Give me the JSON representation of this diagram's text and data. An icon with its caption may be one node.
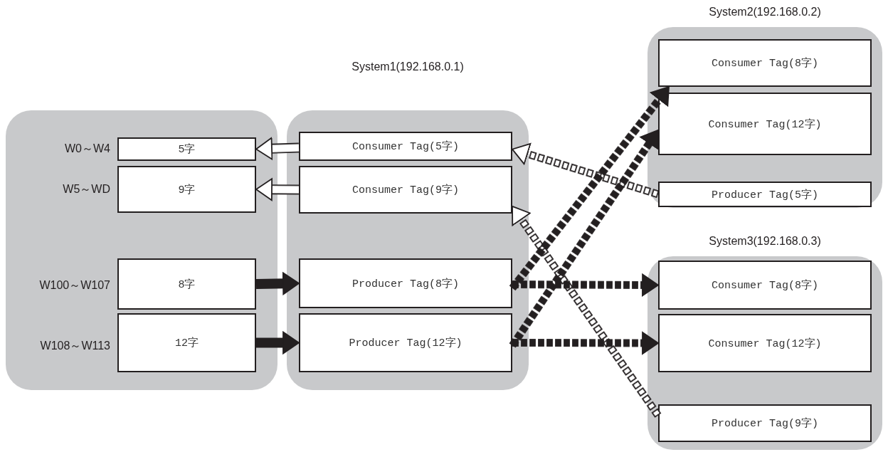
{
  "diagram": {
    "nodes": [
      {
        "text": [],
        "shape": "box"
      },
      {
        "text": [
          "5字"
        ],
        "in": 0,
        "beside": [
          "W0～W4"
        ]
      },
      {
        "text": [
          "9字"
        ],
        "in": 0,
        "beside": [
          "W5～WD"
        ]
      },
      {
        "text": [
          "8字"
        ],
        "in": 0,
        "beside": [
          "W100～W107"
        ]
      },
      {
        "text": [
          "12字"
        ],
        "in": 0,
        "beside": [
          "W108～W113"
        ]
      },
      {
        "text": [
          "System1(192.168.0.1)"
        ]
      },
      {
        "text": [
          "Consumer Tag(5字)"
        ],
        "in": 5
      },
      {
        "text": [
          "Consumer Tag(9字)"
        ],
        "in": 5
      },
      {
        "text": [
          "Producer Tag(8字)"
        ],
        "in": 5
      },
      {
        "text": [
          "Producer Tag(12字)"
        ],
        "in": 5
      },
      {
        "text": [
          "System2(192.168.0.2)"
        ]
      },
      {
        "text": [
          "Consumer Tag(8字)"
        ],
        "in": 10
      },
      {
        "text": [
          "Consumer Tag(12字)"
        ],
        "in": 10
      },
      {
        "text": [
          "Producer Tag(5字)"
        ],
        "in": 10
      },
      {
        "text": [
          "System3(192.168.0.3)"
        ]
      },
      {
        "text": [
          "Consumer Tag(8字)"
        ],
        "in": 14
      },
      {
        "text": [
          "Consumer Tag(12字)"
        ],
        "in": 14
      },
      {
        "text": [
          "Producer Tag(9字)"
        ],
        "in": 14
      }
    ],
    "edges": [
      {
        "from": 6,
        "to": 1,
        "arrow": "to",
        "color": "#ffffff"
      },
      {
        "from": 7,
        "to": 2,
        "arrow": "to",
        "color": "#ffffff"
      },
      {
        "from": 3,
        "to": 8,
        "arrow": "to"
      },
      {
        "from": 4,
        "to": 9,
        "arrow": "to"
      },
      {
        "from": 13,
        "to": 6,
        "arrow": "to",
        "style": "dashed",
        "color": "#ffffff"
      },
      {
        "from": 17,
        "to": 7,
        "arrow": "to",
        "style": "dashed",
        "color": "#ffffff"
      },
      {
        "from": 8,
        "to": 11,
        "arrow": "to",
        "style": "dashed"
      },
      {
        "from": 9,
        "to": 12,
        "arrow": "to",
        "style": "dashed"
      },
      {
        "from": 8,
        "to": 15,
        "arrow": "to",
        "style": "dashed"
      },
      {
        "from": 9,
        "to": 16,
        "arrow": "to",
        "style": "dashed"
      }
    ]
  }
}
